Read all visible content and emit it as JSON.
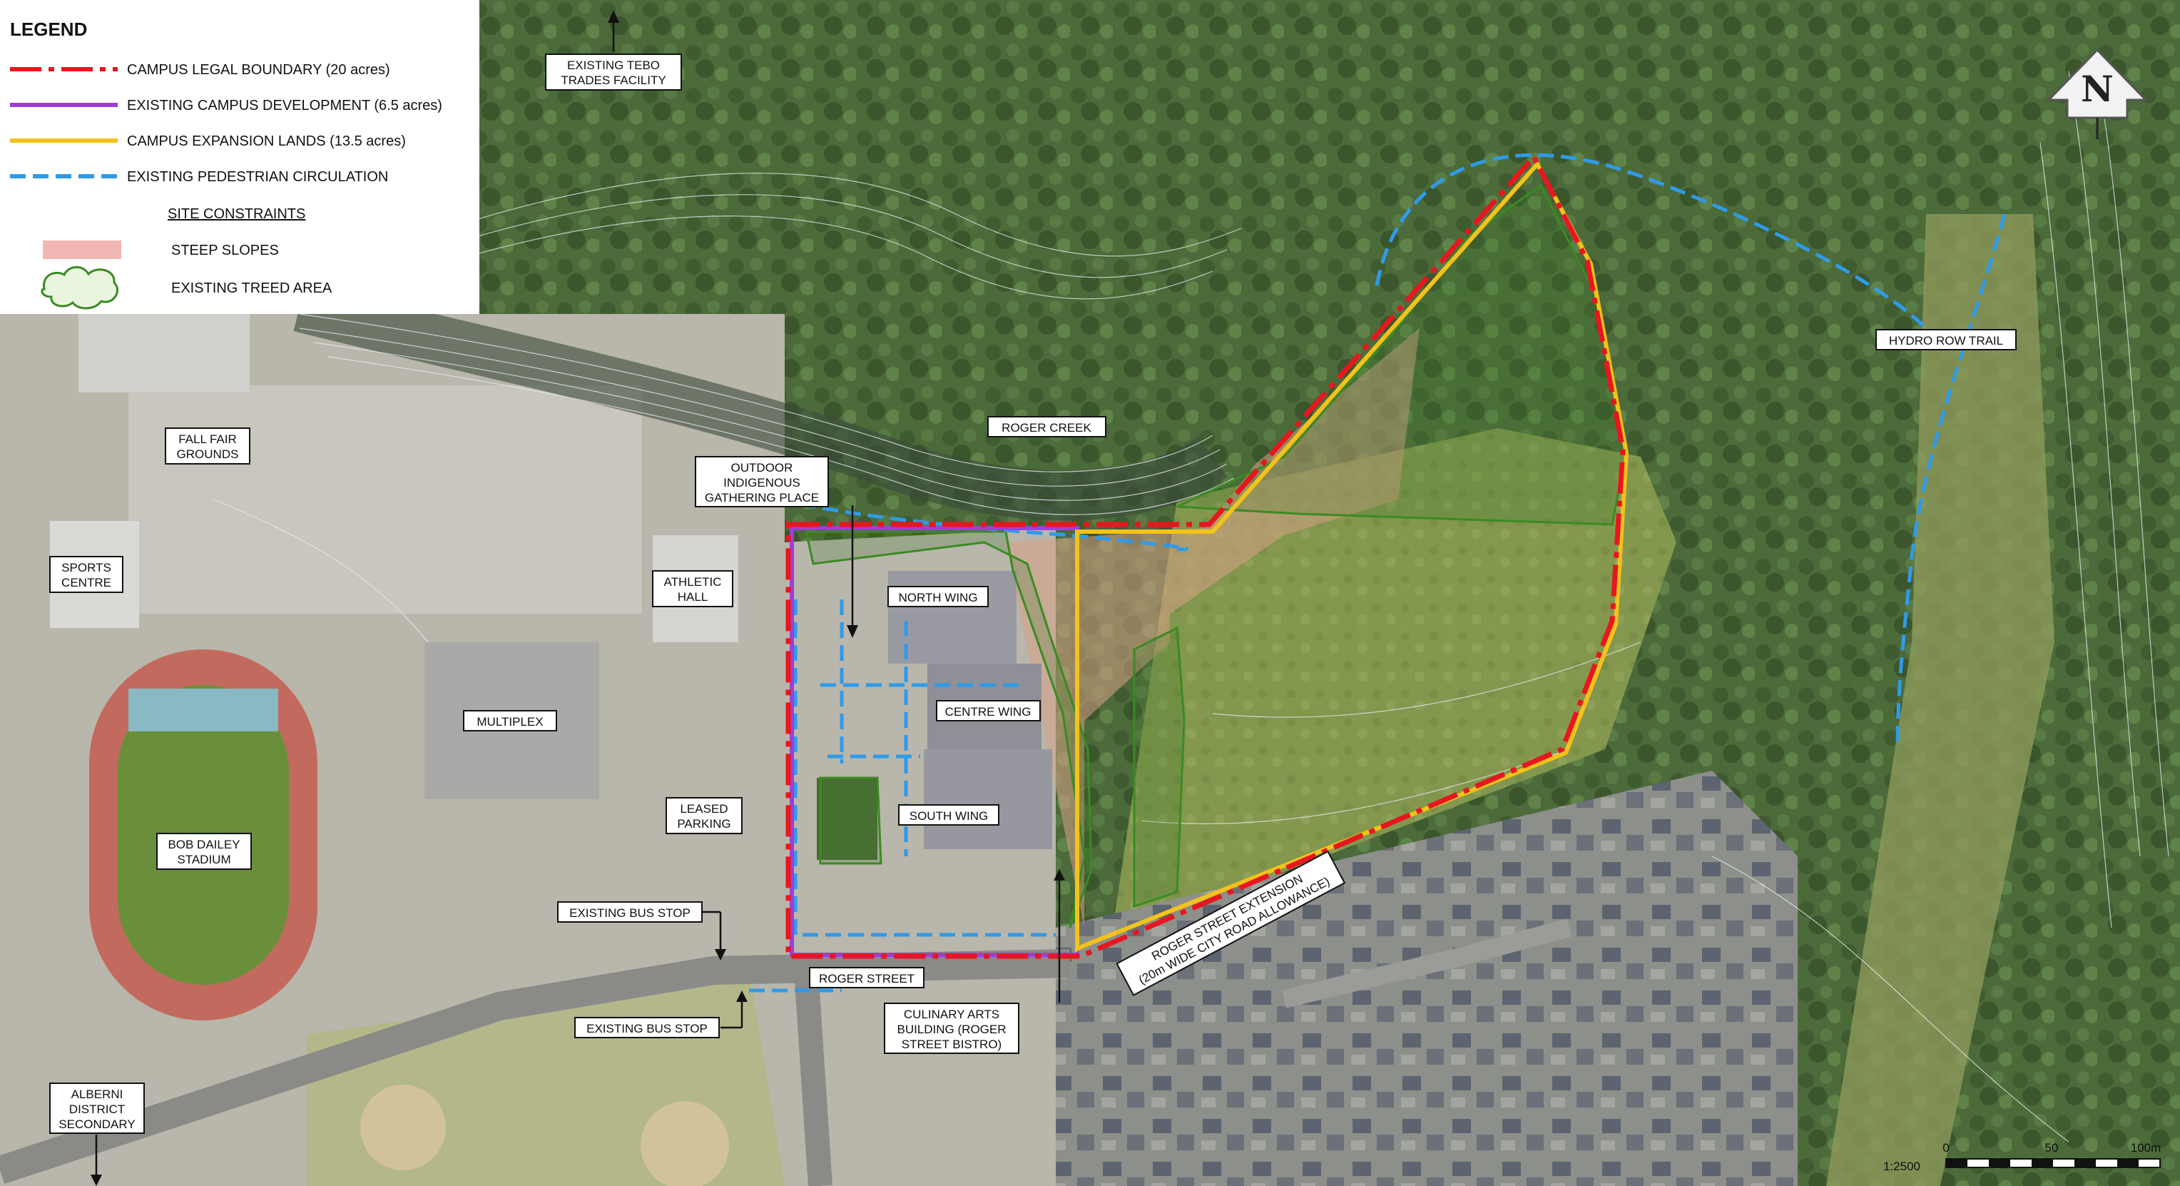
{
  "legend": {
    "title": "LEGEND",
    "items": [
      {
        "label": "CAMPUS LEGAL BOUNDARY (20 acres)",
        "color": "#e8161e",
        "style": "dash-dot"
      },
      {
        "label": "EXISTING CAMPUS DEVELOPMENT (6.5 acres)",
        "color": "#9b3fd9",
        "style": "solid"
      },
      {
        "label": "CAMPUS EXPANSION LANDS (13.5 acres)",
        "color": "#f4c21a",
        "style": "solid"
      },
      {
        "label": "EXISTING PEDESTRIAN CIRCULATION",
        "color": "#2f9be8",
        "style": "dashed"
      }
    ],
    "constraints_heading": "SITE CONSTRAINTS",
    "constraints": [
      {
        "label": "STEEP SLOPES",
        "color": "#f2b7b2"
      },
      {
        "label": "EXISTING TREED AREA",
        "color": "#3c8a22"
      }
    ]
  },
  "labels": {
    "tebo": [
      "EXISTING TEBO",
      "TRADES FACILITY"
    ],
    "hydro": [
      "HYDRO ROW TRAIL"
    ],
    "roger_creek": [
      "ROGER CREEK"
    ],
    "fall_fair": [
      "FALL FAIR",
      "GROUNDS"
    ],
    "outdoor": [
      "OUTDOOR",
      "INDIGENOUS",
      "GATHERING PLACE"
    ],
    "sports": [
      "SPORTS",
      "CENTRE"
    ],
    "athletic": [
      "ATHLETIC",
      "HALL"
    ],
    "north_wing": [
      "NORTH WING"
    ],
    "centre_wing": [
      "CENTRE WING"
    ],
    "multiplex": [
      "MULTIPLEX"
    ],
    "south_wing": [
      "SOUTH WING"
    ],
    "leased": [
      "LEASED",
      "PARKING"
    ],
    "bob_dailey": [
      "BOB DAILEY",
      "STADIUM"
    ],
    "bus_stop_1": [
      "EXISTING BUS STOP"
    ],
    "bus_stop_2": [
      "EXISTING BUS STOP"
    ],
    "roger_street": [
      "ROGER STREET"
    ],
    "culinary": [
      "CULINARY ARTS",
      "BUILDING (ROGER",
      "STREET BISTRO)"
    ],
    "alberni": [
      "ALBERNI",
      "DISTRICT",
      "SECONDARY"
    ],
    "roger_ext": [
      "ROGER STREET EXTENSION",
      "(20m WIDE CITY ROAD ALLOWANCE)"
    ]
  },
  "north_arrow": {
    "letter": "N"
  },
  "scale": {
    "ratio": "1:2500",
    "ticks": [
      "0",
      "50",
      "100m"
    ]
  }
}
